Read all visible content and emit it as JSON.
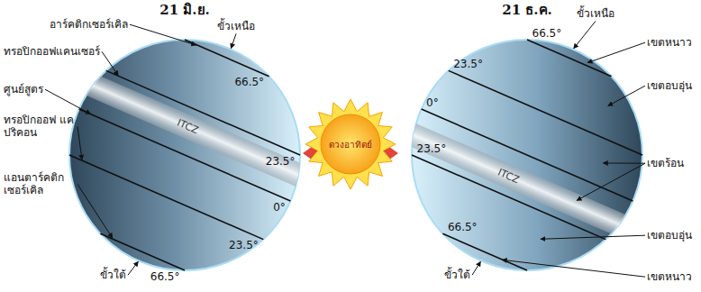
{
  "diagram": {
    "nodes": [
      {
        "text": [
          "ดวงอาทิตย์"
        ]
      }
    ],
    "labels": [
      "21 มิ.ย.",
      "21 ธ.ค.",
      "อาร์คติกเซอร์เคิล",
      "ทรอปิกออฟแคนเซอร์",
      "ศูนย์สูตร",
      "ทรอปิกออฟ แคปริคอน",
      "แอนตาร์คติก เซอร์เคิล",
      "ขั้วเหนือ",
      "ขั้วใต้",
      "66.5°",
      "23.5°",
      "0°",
      "23.5°",
      "66.5°",
      "ITCZ",
      "ขั้วเหนือ",
      "ขั้วใต้",
      "66.5°",
      "23.5°",
      "0°",
      "23.5°",
      "66.5°",
      "ITCZ",
      "เขตหนาว",
      "เขตอบอุ่น",
      "เขตร้อน",
      "เขตอบอุ่น",
      "เขตหนาว"
    ]
  }
}
